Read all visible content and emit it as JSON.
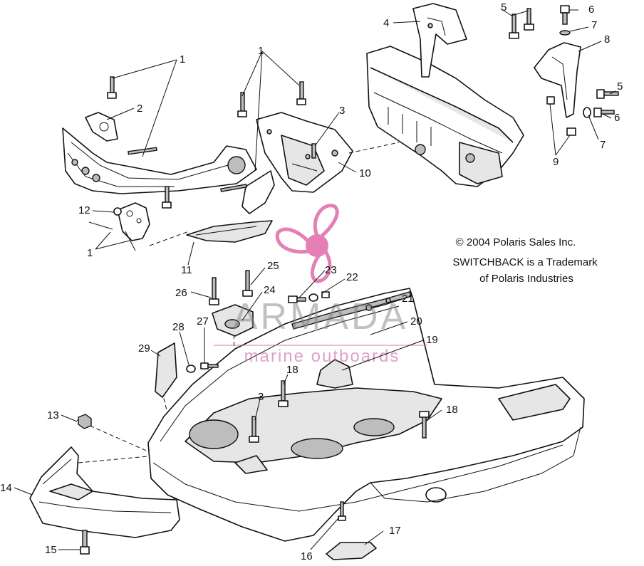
{
  "callouts": {
    "c1a": "1",
    "c1b": "1",
    "c1c": "1",
    "c2": "2",
    "c3a": "3",
    "c3b": "3",
    "c4": "4",
    "c5a": "5",
    "c5b": "5",
    "c6a": "6",
    "c6b": "6",
    "c7a": "7",
    "c7b": "7",
    "c8": "8",
    "c9": "9",
    "c10": "10",
    "c11": "11",
    "c12": "12",
    "c13": "13",
    "c14": "14",
    "c15": "15",
    "c16": "16",
    "c17": "17",
    "c18a": "18",
    "c18b": "18",
    "c19": "19",
    "c20": "20",
    "c21": "21",
    "c22": "22",
    "c23": "23",
    "c24": "24",
    "c25": "25",
    "c26": "26",
    "c27": "27",
    "c28": "28",
    "c29": "29"
  },
  "notes": {
    "copyright": "© 2004 Polaris Sales Inc.",
    "trademark_line1": "SWITCHBACK is a Trademark",
    "trademark_line2": "of Polaris Industries"
  },
  "watermark": {
    "brand": "ARMADA",
    "tagline": "marine outboards",
    "logo": "propeller-logo",
    "color": "#e06aa9"
  }
}
